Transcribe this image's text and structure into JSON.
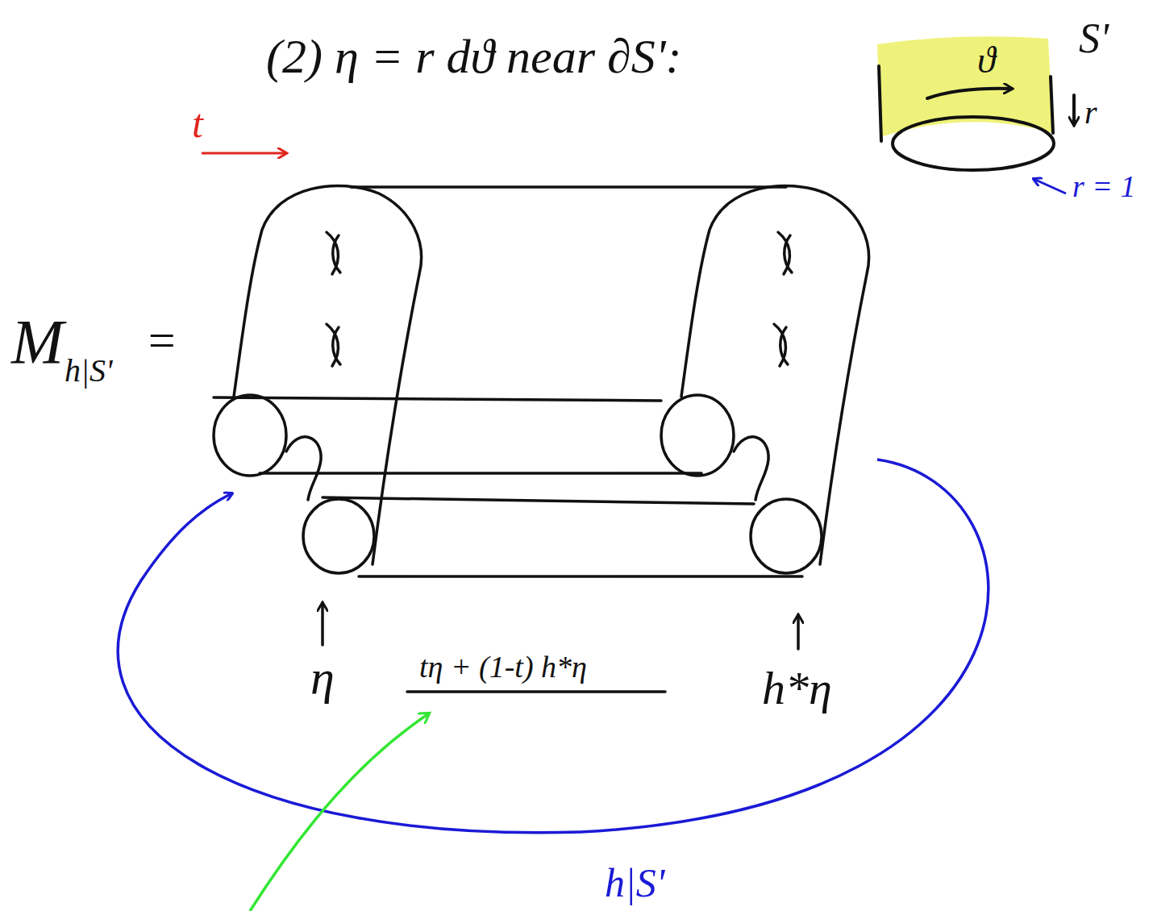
{
  "diagram": {
    "labels": [
      "(2) η = r dϑ near ∂S':",
      "S'",
      "ϑ",
      "r",
      "r = 1",
      "t",
      "M",
      "h|S'",
      "=",
      "η",
      "tη + (1-t) h*η",
      "h*η",
      "h|S'"
    ]
  }
}
